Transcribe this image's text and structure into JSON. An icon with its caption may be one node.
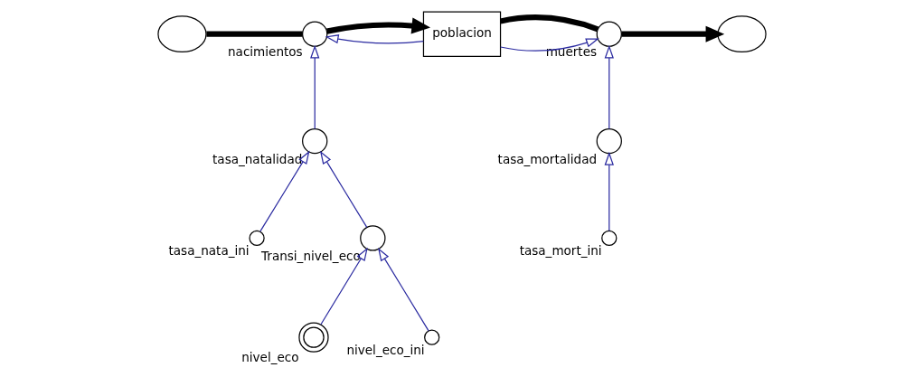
{
  "diagram": {
    "nodes": [
      {
        "text": [],
        "shape": "cloud"
      },
      {
        "text": [
          "nacimientos"
        ]
      },
      {
        "text": [
          "poblacion"
        ]
      },
      {
        "text": [
          "muertes"
        ]
      },
      {
        "text": [],
        "shape": "cloud"
      },
      {
        "text": [
          "tasa_natalidad"
        ]
      },
      {
        "text": [
          "tasa_mortalidad"
        ]
      },
      {
        "text": [
          "tasa_nata_ini"
        ]
      },
      {
        "text": [
          "tasa_mort_ini"
        ]
      },
      {
        "text": [
          "Transi_nivel_eco"
        ]
      },
      {
        "text": [
          "nivel_eco"
        ]
      },
      {
        "text": [
          "nivel_eco_ini"
        ]
      }
    ],
    "edges": [
      {
        "from": 0,
        "to": 1,
        "arrow": "none",
        "style": "thick",
        "color": "#000000"
      },
      {
        "from": 1,
        "to": 2,
        "arrow": "to",
        "style": "thick",
        "color": "#000000"
      },
      {
        "from": 2,
        "to": 3,
        "arrow": "none",
        "style": "thick",
        "color": "#000000"
      },
      {
        "from": 3,
        "to": 4,
        "arrow": "to",
        "style": "thick",
        "color": "#000000"
      },
      {
        "from": 2,
        "to": 1,
        "arrow": "to"
      },
      {
        "from": 5,
        "to": 1,
        "arrow": "to"
      },
      {
        "from": 2,
        "to": 3,
        "arrow": "to"
      },
      {
        "from": 6,
        "to": 3,
        "arrow": "to"
      },
      {
        "from": 7,
        "to": 5,
        "arrow": "to"
      },
      {
        "from": 9,
        "to": 5,
        "arrow": "to"
      },
      {
        "from": 8,
        "to": 6,
        "arrow": "to"
      },
      {
        "from": 10,
        "to": 9,
        "arrow": "to"
      },
      {
        "from": 11,
        "to": 9,
        "arrow": "to"
      }
    ]
  }
}
